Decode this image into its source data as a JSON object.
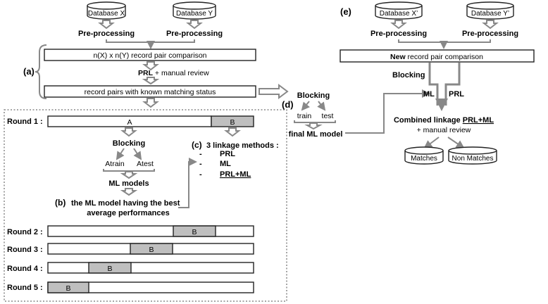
{
  "left": {
    "db_x": "Database X",
    "db_y": "Database Y",
    "preproc_x": "Pre-processing",
    "preproc_y": "Pre-processing",
    "pair_comparison": "n(X) x n(Y) record pair comparison",
    "review_bold": "PRL",
    "review_rest": " + manual review",
    "known_status": "record pairs with known matching status",
    "label_a": "(a)"
  },
  "rounds": {
    "round1_label": "Round 1 :",
    "seg_a": "A",
    "seg_b": "B",
    "blocking": "Blocking",
    "atrain": "Atrain",
    "atest": "Atest",
    "ml_models": "ML models",
    "label_b": "(b)",
    "best_line1": "the ML model having the best",
    "best_line2": "average performances",
    "label_c": "(c)",
    "methods_title": "3 linkage methods :",
    "methods": [
      "PRL",
      "ML",
      "PRL+ML"
    ],
    "bullet": "-",
    "round2_label": "Round 2 :",
    "round3_label": "Round 3 :",
    "round4_label": "Round 4 :",
    "round5_label": "Round 5 :",
    "seg_b2": "B",
    "seg_b3": "B",
    "seg_b4": "B",
    "seg_b5": "B"
  },
  "middle": {
    "label_d": "(d)",
    "blocking": "Blocking",
    "train": "train",
    "test": "test",
    "final_model": "final ML model"
  },
  "right": {
    "label_e": "(e)",
    "db_x": "Database X’",
    "db_y": "Database Y’",
    "preproc_x": "Pre-processing",
    "preproc_y": "Pre-processing",
    "new_bold": "New",
    "new_rest": " record pair comparison",
    "blocking": "Blocking",
    "ml": "ML",
    "prl": "PRL",
    "combined_prefix": "Combined linkage ",
    "combined_bold": "PRL+ML",
    "manual_review": "+ manual review",
    "matches": "Matches",
    "non_matches": "Non Matches"
  }
}
